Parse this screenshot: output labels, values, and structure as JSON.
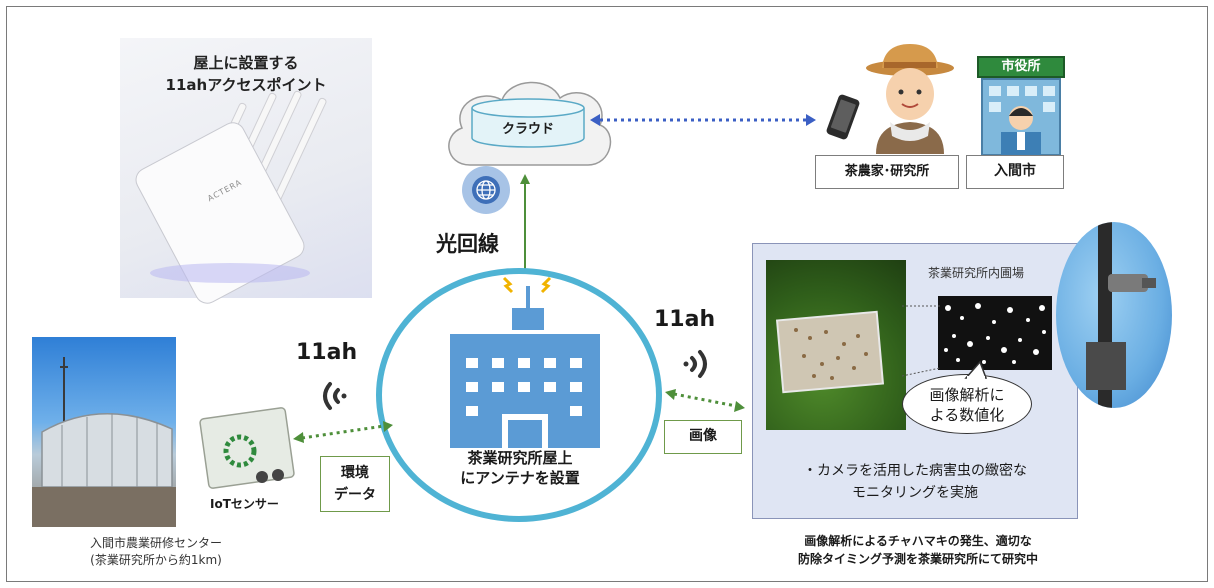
{
  "access_point": {
    "title_line1": "屋上に設置する",
    "title_line2": "11ahアクセスポイント",
    "brand": "ACTERA"
  },
  "cloud": {
    "label": "クラウド"
  },
  "fiber": {
    "label": "光回線"
  },
  "users": {
    "city_sign": "市役所",
    "farmer_label": "茶農家･研究所",
    "city_label": "入間市"
  },
  "center": {
    "line1": "茶業研究所屋上",
    "line2": "にアンテナを設置"
  },
  "left_link": {
    "protocol": "11ah",
    "data_line1": "環境",
    "data_line2": "データ",
    "sensor_label": "IoTセンサー"
  },
  "right_link": {
    "protocol": "11ah",
    "data_label": "画像"
  },
  "field": {
    "title": "茶業研究所内圃場",
    "bubble_line1": "画像解析に",
    "bubble_line2": "よる数値化",
    "note_line1": "・カメラを活用した病害虫の緻密な",
    "note_line2": "モニタリングを実施"
  },
  "bottom_left": {
    "line1": "入間市農業研修センター",
    "line2": "(茶業研究所から約1km)"
  },
  "bottom_right": {
    "line1": "画像解析によるチャハマキの発生、適切な",
    "line2": "防除タイミング予測を茶業研究所にて研究中"
  },
  "colors": {
    "circle_ring": "#4fb3d4",
    "building": "#5b9bd5",
    "green_arrow": "#4e8f3a",
    "blue_arrow": "#3b5fc4",
    "panel_bg": "#dfe5f3",
    "panel_border": "#8a94b8",
    "green_box_border": "#6f9a4a"
  }
}
